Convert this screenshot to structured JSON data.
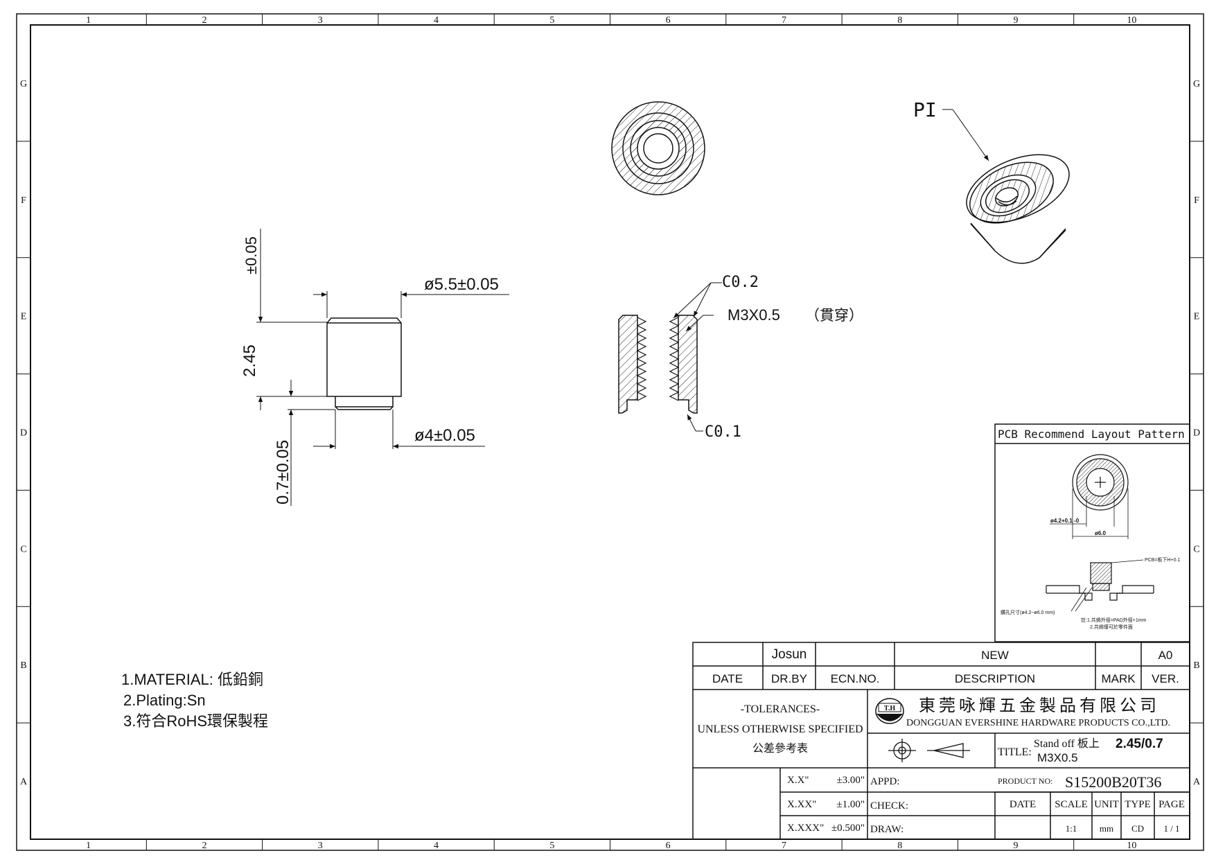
{
  "frame": {
    "columns": [
      "1",
      "2",
      "3",
      "4",
      "5",
      "6",
      "7",
      "8",
      "9",
      "10"
    ],
    "rows": [
      "G",
      "F",
      "E",
      "D",
      "C",
      "B",
      "A"
    ]
  },
  "annotations": {
    "pi_label": "PI",
    "chamfer_top": "C0.2",
    "chamfer_bottom": "C0.1",
    "thread": "M3X0.5",
    "thread_note": "（貫穿）"
  },
  "dimensions": {
    "top_tolerance": "±0.05",
    "outer_diameter": "ø5.5±0.05",
    "height": "2.45",
    "shoulder": "0.7±0.05",
    "pilot_diameter": "ø4±0.05"
  },
  "notes": [
    "1.MATERIAL:  低鉛銅",
    "2.Plating:Sn",
    "3.符合RoHS環保製程"
  ],
  "pcb": {
    "title": "PCB Recommend Layout Pattern",
    "hole_dim": "ø4.2+0.1 -0",
    "pad_dim": "ø6.0",
    "pcb_label": "PCB=板下H+0.1",
    "drill_label": "鑽孔尺寸(ø4.2~ø6.0 mm)",
    "note1": "註:1.共錫外徑=PAD外徑+1mm",
    "note2": "2.共錫僅可於零件面"
  },
  "title_block": {
    "designer": "Josun",
    "revision_desc": "NEW",
    "revision_mark": "A0",
    "headers": {
      "date": "DATE",
      "drby": "DR.BY",
      "ecn": "ECN.NO.",
      "description": "DESCRIPTION",
      "mark": "MARK",
      "ver": "VER."
    },
    "tolerances_title": "-TOLERANCES-",
    "tolerances_sub": "UNLESS OTHERWISE SPECIFIED",
    "tolerances_cn": "公差參考表",
    "tol_rows": [
      {
        "fmt": "X.X\"",
        "val": "±3.00\""
      },
      {
        "fmt": "X.XX\"",
        "val": "±1.00\""
      },
      {
        "fmt": "X.XXX\"",
        "val": "±0.500\""
      }
    ],
    "company_logo": "T.H",
    "company_cn": "東莞咏輝五金製品有限公司",
    "company_en": "DONGGUAN EVERSHINE HARDWARE PRODUCTS CO.,LTD.",
    "title_label": "TITLE:",
    "title_line1": "Stand off 板上",
    "title_dims": "2.45/0.7",
    "title_line2": "M3X0.5",
    "appd": "APPD:",
    "check": "CHECK:",
    "draw": "DRAW:",
    "product_no_label": "PRODUCT NO:",
    "product_no": "S15200B20T36",
    "col_headers": {
      "date": "DATE",
      "scale": "SCALE",
      "unit": "UNIT",
      "type": "TYPE",
      "page": "PAGE"
    },
    "scale": "1:1",
    "unit": "mm",
    "type": "CD",
    "page": "1 / 1"
  }
}
